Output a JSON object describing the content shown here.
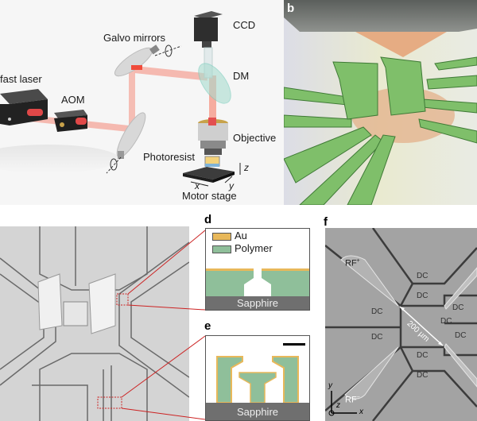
{
  "panel_a": {
    "labels": {
      "laser": "fast laser",
      "aom": "AOM",
      "galvo": "Galvo mirrors",
      "ccd": "CCD",
      "dm": "DM",
      "objective": "Objective",
      "photoresist": "Photoresist",
      "motor_stage": "Motor stage",
      "axis_x": "x",
      "axis_y": "y",
      "axis_z": "z"
    }
  },
  "panel_b": {
    "letter": "b"
  },
  "panel_c": {
    "description": "SEM image of 3D-printed ion trap electrodes"
  },
  "panel_d": {
    "letter": "d",
    "legend": [
      {
        "label": "Au",
        "color": "#e8b85a"
      },
      {
        "label": "Polymer",
        "color": "#8fbf9a"
      }
    ],
    "substrate": "Sapphire"
  },
  "panel_e": {
    "letter": "e",
    "substrate": "Sapphire"
  },
  "panel_f": {
    "letter": "f",
    "electrodes": {
      "rf_plus": "RF",
      "rf_plus_sup": "+",
      "rf_minus": "RF",
      "rf_minus_sup": "−",
      "dc": "DC"
    },
    "scale": "200 µm",
    "axis_x": "x",
    "axis_y": "y",
    "axis_z": "z"
  },
  "colors": {
    "laser_beam": "#f08070",
    "polymer": "#8fbf9a",
    "gold": "#e8b85a",
    "sapphire": "#6f6f6f",
    "callout": "#cc2222"
  }
}
